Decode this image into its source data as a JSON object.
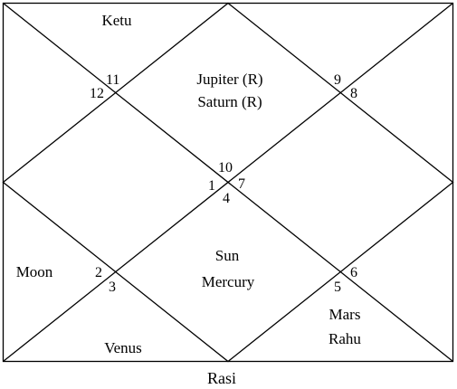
{
  "chart": {
    "caption": "Rasi",
    "houses": {
      "h1": "1",
      "h2": "2",
      "h3": "3",
      "h4": "4",
      "h5": "5",
      "h6": "6",
      "h7": "7",
      "h8": "8",
      "h9": "9",
      "h10": "10",
      "h11": "11",
      "h12": "12"
    },
    "planets": {
      "top_left": [
        "Ketu"
      ],
      "top_center": [
        "Jupiter (R)",
        "Saturn (R)"
      ],
      "left": [
        "Moon"
      ],
      "center_bottom": [
        "Sun",
        "Mercury"
      ],
      "bottom_left": [
        "Venus"
      ],
      "bottom_right": [
        "Mars",
        "Rahu"
      ]
    }
  }
}
